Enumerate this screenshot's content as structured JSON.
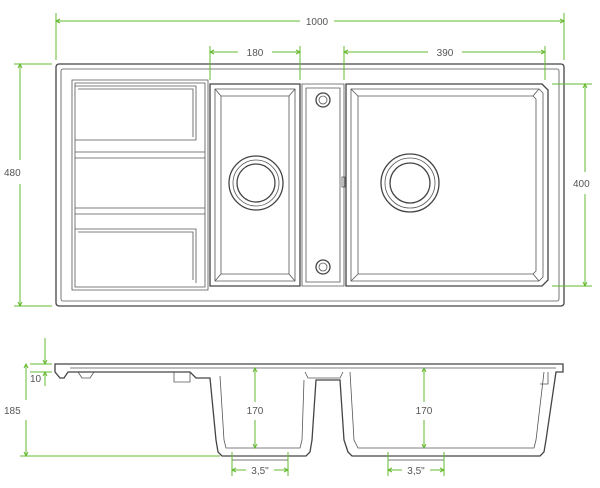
{
  "diagram": {
    "top_view": {
      "overall_width": "1000",
      "overall_height": "480",
      "small_bowl_width": "180",
      "large_bowl_width": "390",
      "bowl_depth_length": "400"
    },
    "side_view": {
      "total_depth": "185",
      "rim_thickness": "10",
      "small_bowl_depth": "170",
      "large_bowl_depth": "170",
      "small_drain_size": "3,5\"",
      "large_drain_size": "3,5\""
    },
    "colors": {
      "dimension_line": "#66bb33",
      "outline": "#444444",
      "text": "#555555"
    }
  }
}
